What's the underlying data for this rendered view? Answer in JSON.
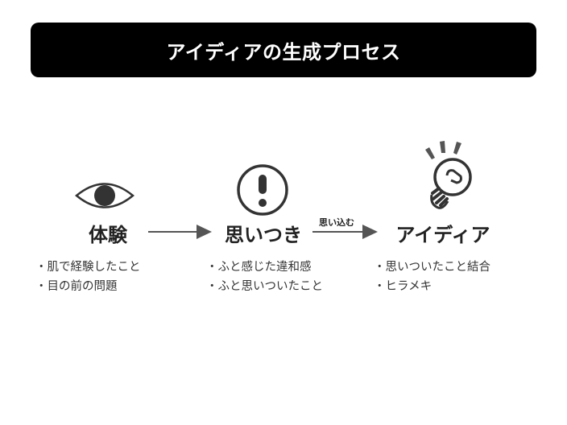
{
  "title": "アイディアの生成プロセス",
  "steps": [
    {
      "icon": "eye-icon",
      "label": "体験",
      "bullets": [
        "・肌で経験したこと",
        "・目の前の問題"
      ]
    },
    {
      "icon": "exclamation-icon",
      "label": "思いつき",
      "bullets": [
        "・ふと感じた違和感",
        "・ふと思いついたこと"
      ]
    },
    {
      "icon": "lightbulb-icon",
      "label": "アイディア",
      "bullets": [
        "・思いついたこと結合",
        "・ヒラメキ"
      ]
    }
  ],
  "arrows": [
    {
      "from": "体験",
      "to": "思いつき",
      "label": ""
    },
    {
      "from": "思いつき",
      "to": "アイディア",
      "label": "思い込む"
    }
  ],
  "colors": {
    "title_bg": "#000000",
    "title_text": "#ffffff",
    "icon": "#333333",
    "arrow": "#555555"
  }
}
